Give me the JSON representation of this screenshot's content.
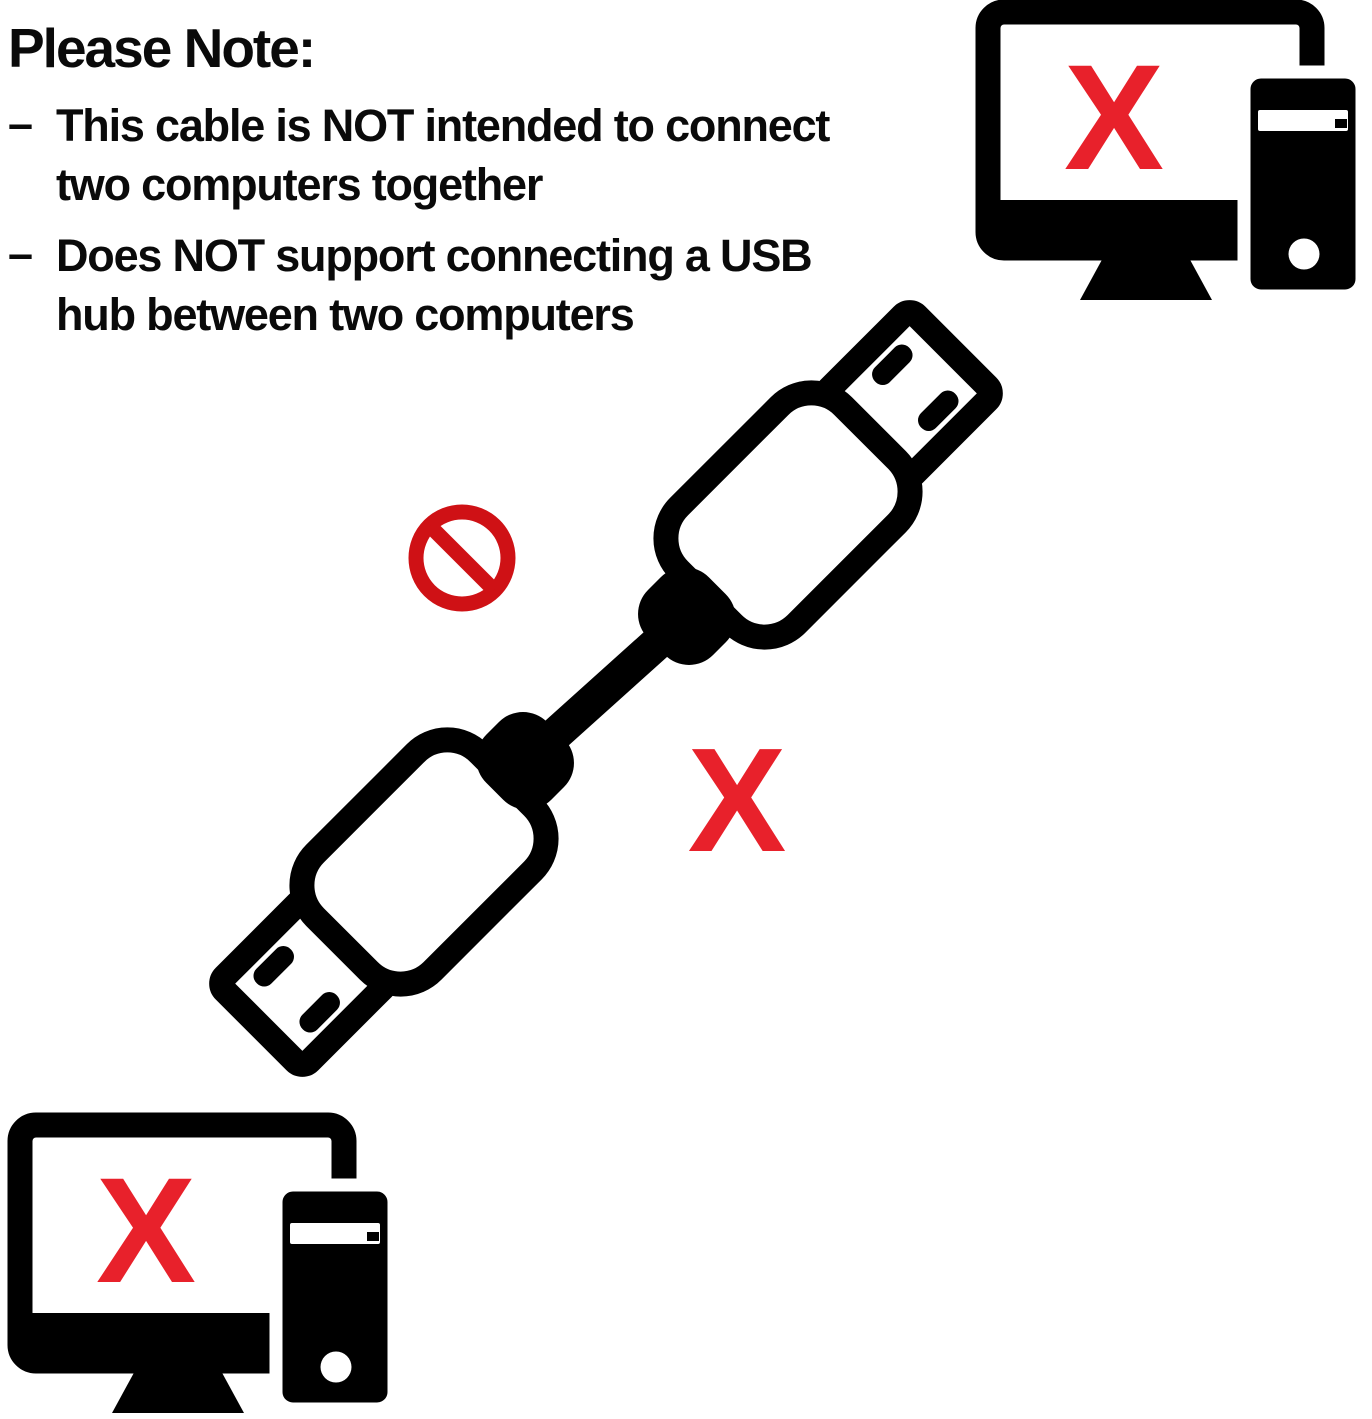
{
  "notice": {
    "title": "Please Note:",
    "bullets": [
      {
        "dash": "–",
        "lines": [
          "This cable is NOT intended to connect",
          "two computers together"
        ]
      },
      {
        "dash": "–",
        "lines": [
          "Does NOT support connecting a USB",
          "hub between two computers"
        ]
      }
    ]
  },
  "marks": {
    "x": "X"
  },
  "icons": {
    "prohibition": "no-entry-icon",
    "cable": "usb-a-to-usb-a-cable-icon",
    "computer": "desktop-computer-with-tower-icon",
    "x": "x-mark"
  },
  "colors": {
    "x_red": "#e8212b",
    "prohibition_red": "#cf1115",
    "icon_black": "#000000",
    "background": "#ffffff"
  }
}
